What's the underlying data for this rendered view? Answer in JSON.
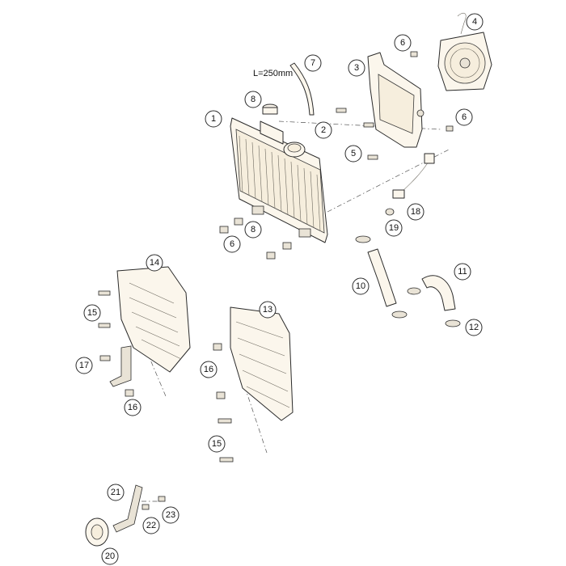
{
  "length_note": "L=250mm",
  "callouts": {
    "c1": "1",
    "c2": "2",
    "c3": "3",
    "c4": "4",
    "c5": "5",
    "c6a": "6",
    "c6b": "6",
    "c6c": "6",
    "c7": "7",
    "c8a": "8",
    "c8b": "8",
    "c10": "10",
    "c11": "11",
    "c12": "12",
    "c13": "13",
    "c14": "14",
    "c15a": "15",
    "c15b": "15",
    "c16a": "16",
    "c16b": "16",
    "c17": "17",
    "c18": "18",
    "c19": "19",
    "c20": "20",
    "c21": "21",
    "c22": "22",
    "c23": "23"
  }
}
